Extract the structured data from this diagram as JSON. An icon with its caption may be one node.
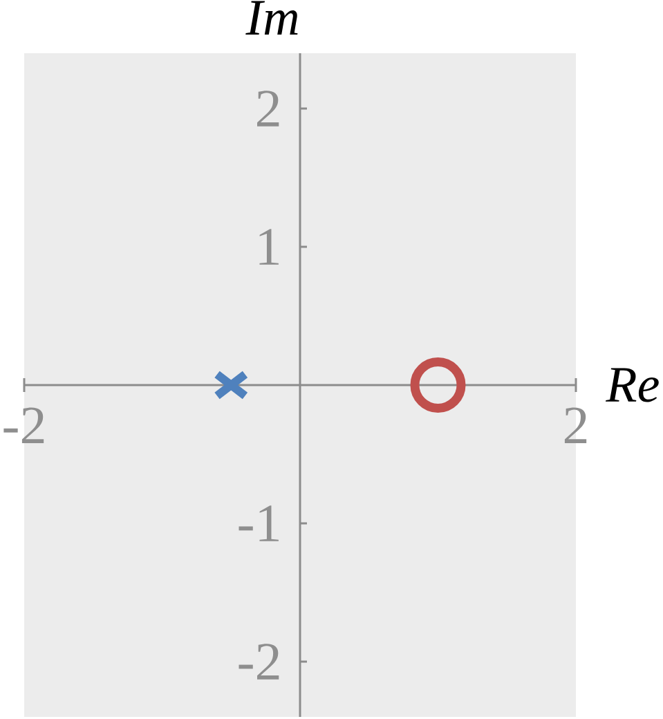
{
  "diagram": {
    "chart_data": {
      "type": "scatter",
      "xlabel": "Re",
      "ylabel": "Im",
      "x": [
        -0.5,
        1
      ],
      "xlim": [
        -2,
        2
      ],
      "ylim": [
        -2.4,
        2.4
      ],
      "xticks": [
        -2,
        2
      ],
      "yticks": [
        -2,
        -1,
        1,
        2
      ],
      "series": [
        {
          "color": "#4f81bd",
          "values": [
            0,
            null
          ]
        },
        {
          "color": "#c0504d",
          "values": [
            null,
            0
          ]
        }
      ]
    }
  }
}
